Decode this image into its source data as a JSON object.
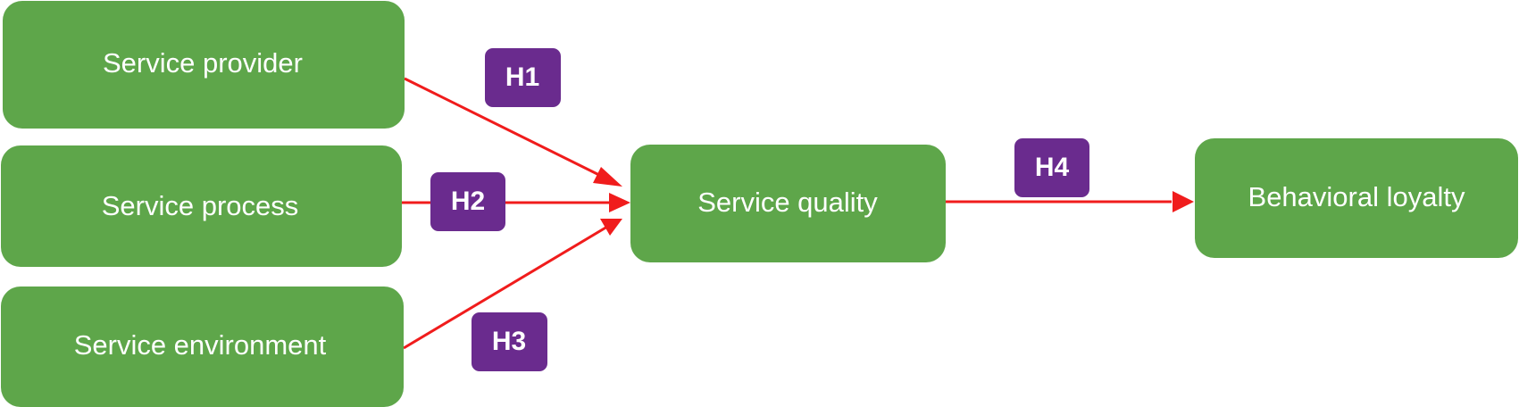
{
  "diagram": {
    "nodes": {
      "service_provider": "Service provider",
      "service_process": "Service process",
      "service_environment": "Service environment",
      "service_quality": "Service quality",
      "behavioral_loyalty": "Behavioral loyalty"
    },
    "hypotheses": {
      "h1": "H1",
      "h2": "H2",
      "h3": "H3",
      "h4": "H4"
    },
    "edges": [
      {
        "from": "Service provider",
        "to": "Service quality",
        "hypothesis": "H1"
      },
      {
        "from": "Service process",
        "to": "Service quality",
        "hypothesis": "H2"
      },
      {
        "from": "Service environment",
        "to": "Service quality",
        "hypothesis": "H3"
      },
      {
        "from": "Service quality",
        "to": "Behavioral loyalty",
        "hypothesis": "H4"
      }
    ],
    "colors": {
      "node_fill": "#5ea64a",
      "badge_fill": "#6a2b8e",
      "arrow": "#f01c1c",
      "text": "#ffffff"
    }
  }
}
